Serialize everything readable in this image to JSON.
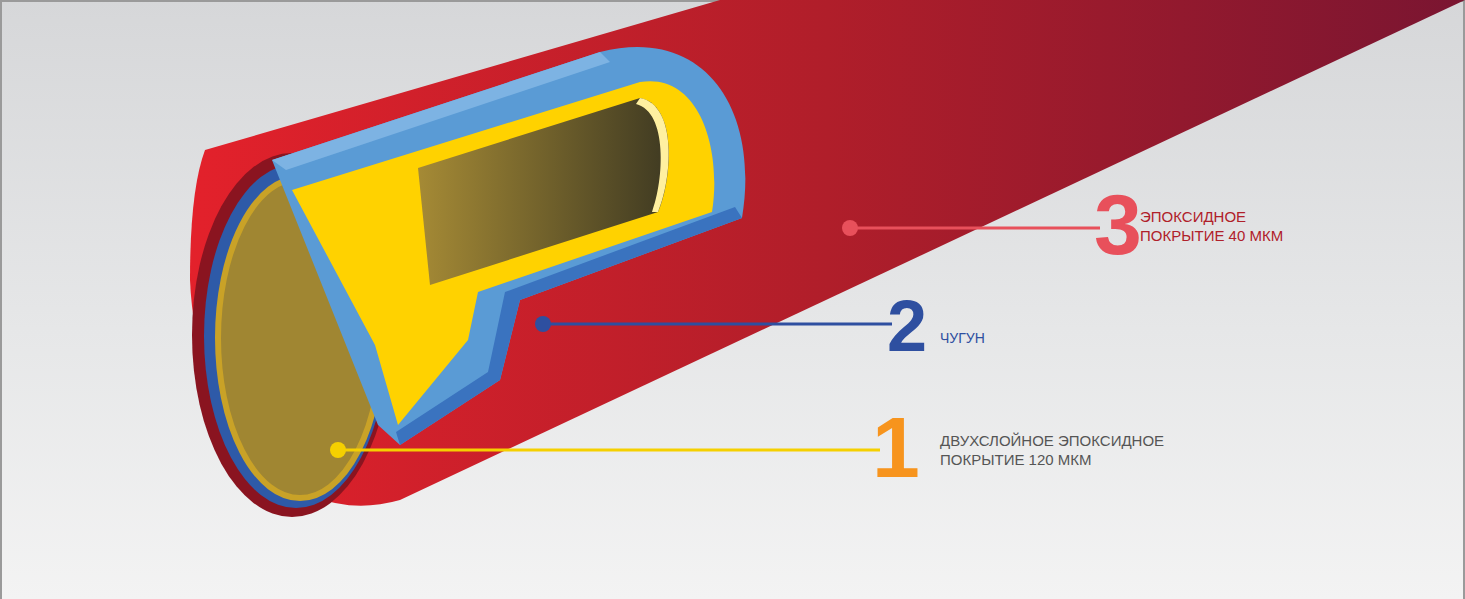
{
  "diagram": {
    "labels": [
      "3",
      "ЭПОКСИДНОЕ ПОКРЫТИЕ 40 МКМ",
      "2",
      "ЧУГУН",
      "1",
      "ДВУХСЛОЙНОЕ ЭПОКСИДНОЕ ПОКРЫТИЕ 120 МКМ"
    ]
  }
}
